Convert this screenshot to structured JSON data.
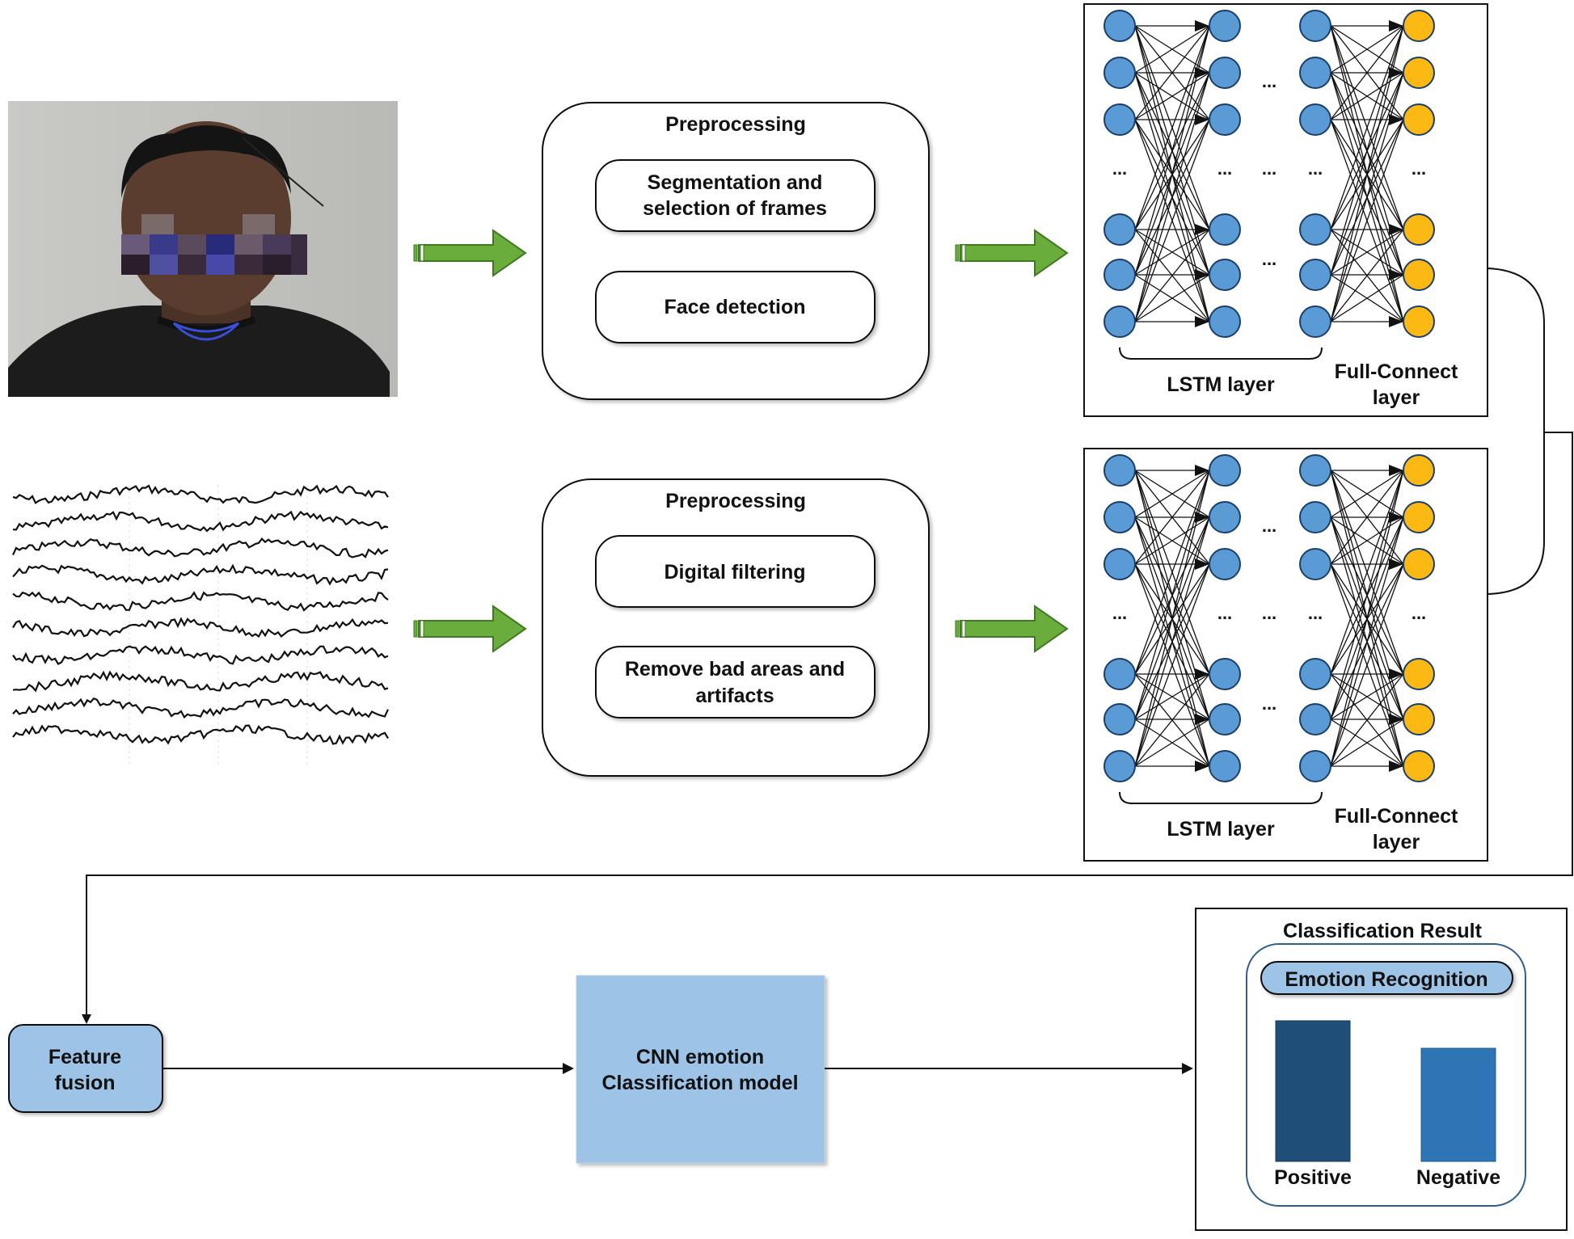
{
  "face_pipeline": {
    "preprocessing_title": "Preprocessing",
    "step1_line1": "Segmentation and",
    "step1_line2": "selection of frames",
    "step2": "Face detection"
  },
  "eeg_pipeline": {
    "preprocessing_title": "Preprocessing",
    "step1": "Digital filtering",
    "step2_line1": "Remove bad areas and",
    "step2_line2": "artifacts"
  },
  "network": {
    "ellipsis": "...",
    "lstm_label": "LSTM layer",
    "fc_label_line1": "Full-Connect",
    "fc_label_line2": "layer"
  },
  "fusion": {
    "line1": "Feature",
    "line2": "fusion"
  },
  "cnn": {
    "line1": "CNN emotion",
    "line2": "Classification model"
  },
  "result": {
    "title": "Classification  Result",
    "banner": "Emotion Recognition",
    "positive_label": "Positive",
    "negative_label": "Negative"
  },
  "colors": {
    "node_blue": "#5b9bd5",
    "node_yellow": "#fdb913",
    "arrow_green": "#6aad3c",
    "box_blue": "#9dc3e6",
    "bar_positive": "#1f4e79",
    "bar_negative": "#2e75b6",
    "frame_blue": "#2f5f8f"
  },
  "icons": {
    "face_image": "face-photo",
    "eeg_image": "eeg-waveform",
    "arrows": "green-block-arrow"
  }
}
